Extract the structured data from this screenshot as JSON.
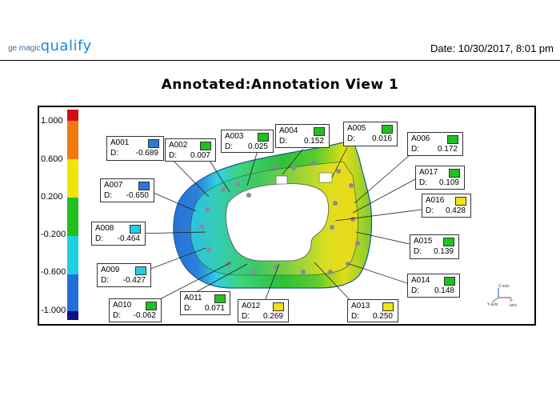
{
  "header": {
    "logo_prefix": "ge magic",
    "logo_main": "qualify",
    "date": "Date: 10/30/2017, 8:01 pm"
  },
  "view_title": "Annotated:Annotation View 1",
  "color_scale": {
    "labels": [
      "1.000",
      "0.600",
      "0.200",
      "-0.200",
      "-0.600",
      "-1.000"
    ],
    "colors": [
      "#d01010",
      "#f07a10",
      "#f2e40a",
      "#20c020",
      "#20d0e0",
      "#2070d8",
      "#101080"
    ]
  },
  "annotations": [
    {
      "name": "A001",
      "d_label": "D:",
      "value": "-0.689",
      "color": "#2a78d8"
    },
    {
      "name": "A002",
      "d_label": "D:",
      "value": "0.007",
      "color": "#20c020"
    },
    {
      "name": "A003",
      "d_label": "D:",
      "value": "0.025",
      "color": "#20c020"
    },
    {
      "name": "A004",
      "d_label": "D:",
      "value": "0.152",
      "color": "#20c020"
    },
    {
      "name": "A005",
      "d_label": "D:",
      "value": "0.016",
      "color": "#20c020"
    },
    {
      "name": "A006",
      "d_label": "D:",
      "value": "0.172",
      "color": "#20c020"
    },
    {
      "name": "A007",
      "d_label": "D:",
      "value": "-0.650",
      "color": "#2a78d8"
    },
    {
      "name": "A017",
      "d_label": "D:",
      "value": "0.109",
      "color": "#20c020"
    },
    {
      "name": "A016",
      "d_label": "D:",
      "value": "0.428",
      "color": "#f2e40a"
    },
    {
      "name": "A008",
      "d_label": "D:",
      "value": "-0.464",
      "color": "#20d0e0"
    },
    {
      "name": "A015",
      "d_label": "D:",
      "value": "0.139",
      "color": "#20c020"
    },
    {
      "name": "A009",
      "d_label": "D:",
      "value": "-0.427",
      "color": "#20d0e0"
    },
    {
      "name": "A014",
      "d_label": "D:",
      "value": "0.148",
      "color": "#20c020"
    },
    {
      "name": "A010",
      "d_label": "D:",
      "value": "-0.062",
      "color": "#20c020"
    },
    {
      "name": "A011",
      "d_label": "D:",
      "value": "0.071",
      "color": "#20c020"
    },
    {
      "name": "A012",
      "d_label": "D:",
      "value": "0.269",
      "color": "#f2e40a"
    },
    {
      "name": "A013",
      "d_label": "D:",
      "value": "0.250",
      "color": "#f2e40a"
    }
  ],
  "triad": {
    "z": "Z-axis",
    "x": "X-axis",
    "y": "Y-axis"
  }
}
